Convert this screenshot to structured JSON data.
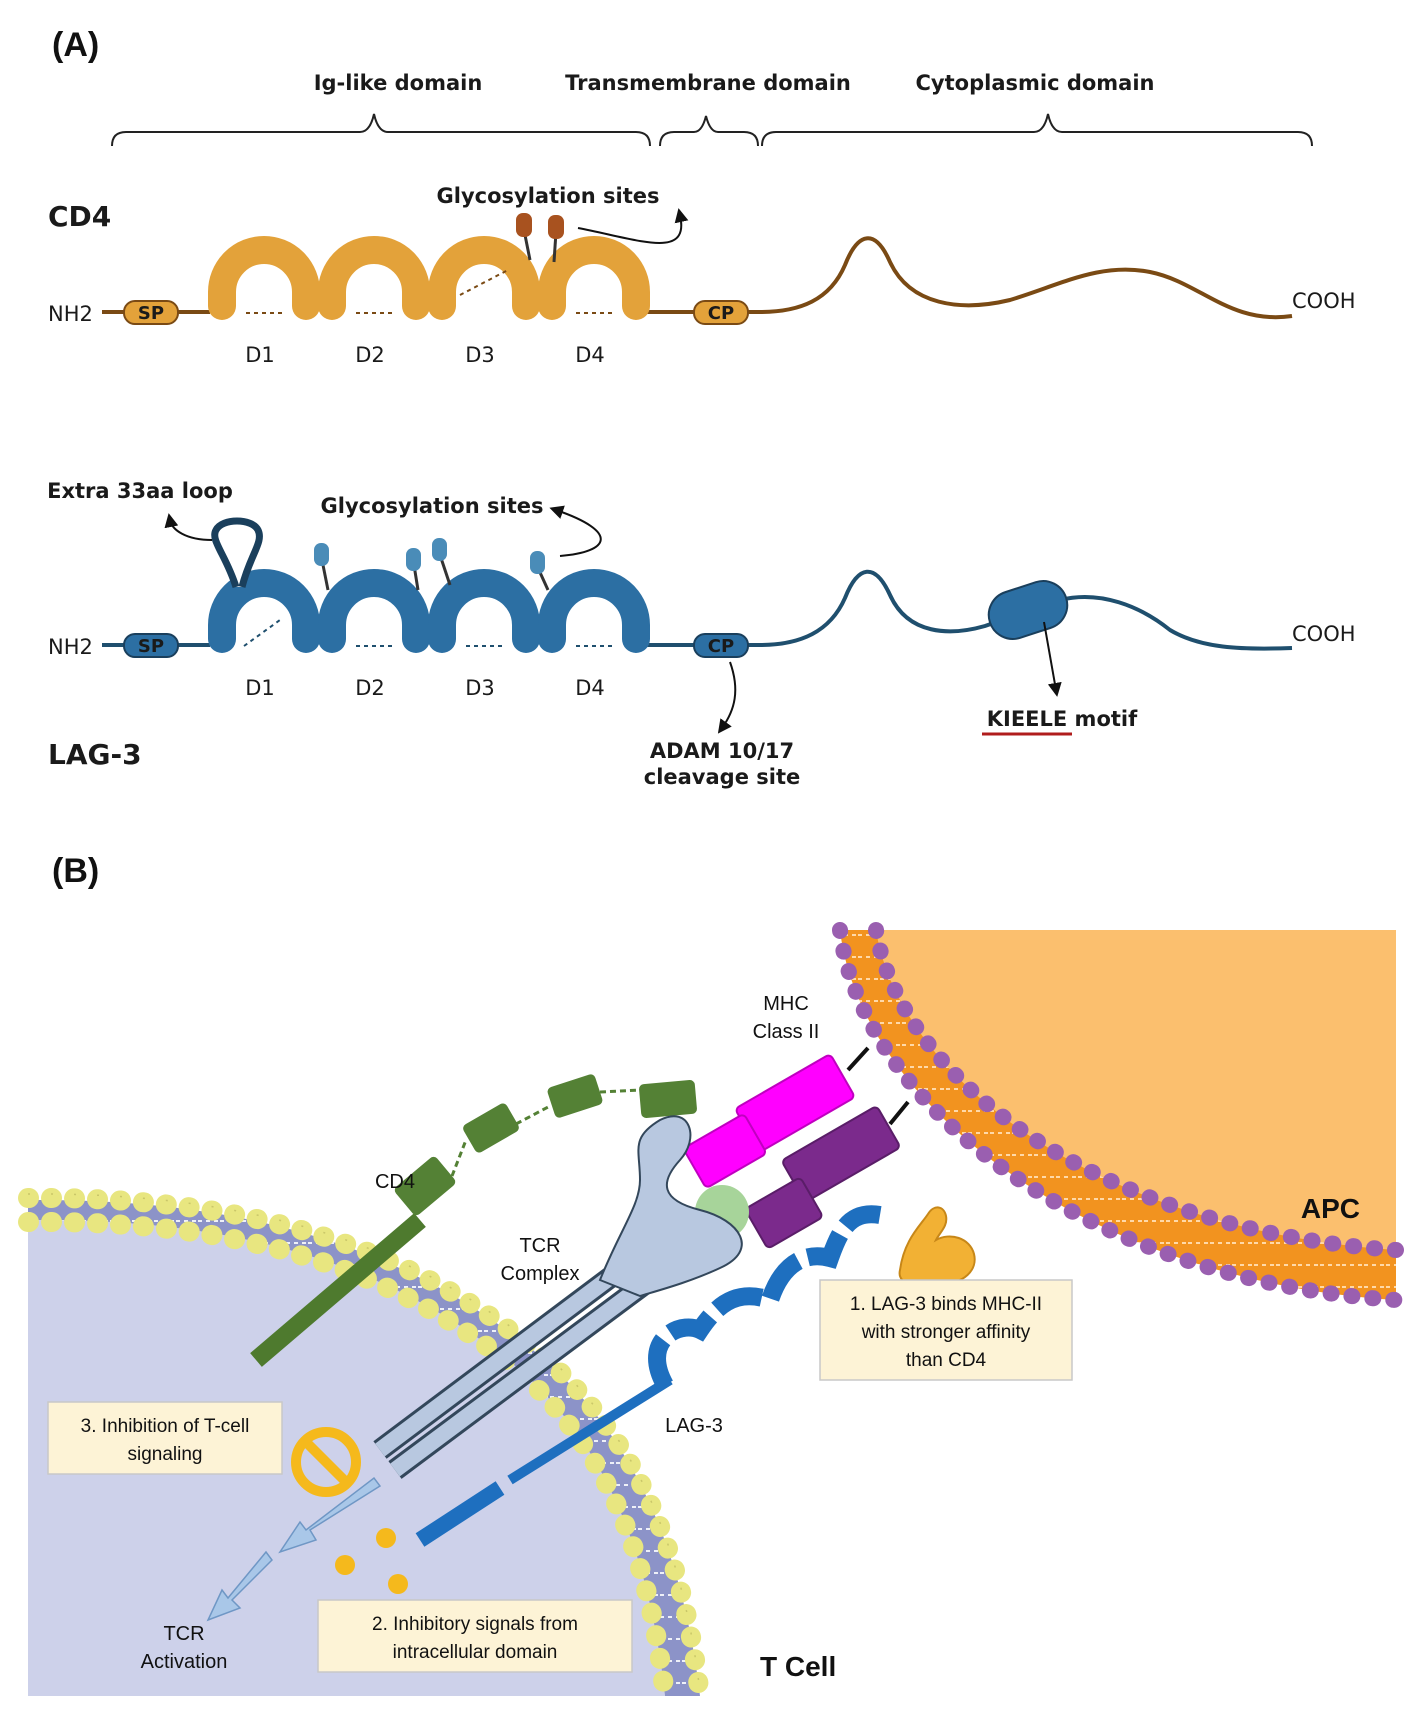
{
  "panel_a": {
    "label": "(A)",
    "domains": {
      "ig_like": "Ig-like domain",
      "transmembrane": "Transmembrane domain",
      "cytoplasmic": "Cytoplasmic domain"
    },
    "cd4": {
      "name": "CD4",
      "n_term": "NH2",
      "c_term": "COOH",
      "sp": "SP",
      "cp": "CP",
      "glycosylation": "Glycosylation sites",
      "domains": [
        "D1",
        "D2",
        "D3",
        "D4"
      ],
      "color": "#e3a23a"
    },
    "lag3": {
      "name": "LAG-3",
      "n_term": "NH2",
      "c_term": "COOH",
      "sp": "SP",
      "cp": "CP",
      "glycosylation": "Glycosylation sites",
      "extra_loop": "Extra 33aa loop",
      "domains": [
        "D1",
        "D2",
        "D3",
        "D4"
      ],
      "cleavage_line1": "ADAM 10/17",
      "cleavage_line2": "cleavage site",
      "motif_name": "KIEELE",
      "motif_suffix": " motif",
      "color": "#2c6fa3"
    }
  },
  "panel_b": {
    "label": "(B)",
    "mhc_line1": "MHC",
    "mhc_line2": "Class II",
    "cd4": "CD4",
    "tcr_line1": "TCR",
    "tcr_line2": "Complex",
    "lag3": "LAG-3",
    "apc": "APC",
    "t_cell": "T Cell",
    "tcr_activation_line1": "TCR",
    "tcr_activation_line2": "Activation",
    "box1": [
      "1. LAG-3 binds MHC-II",
      "with stronger affinity",
      "than CD4"
    ],
    "box2": [
      "2. Inhibitory signals from",
      "intracellular domain"
    ],
    "box3": [
      "3. Inhibition of T-cell",
      "signaling"
    ],
    "bicep_icon": "flexed-biceps-icon",
    "inhibit_icon": "prohibition-icon"
  }
}
